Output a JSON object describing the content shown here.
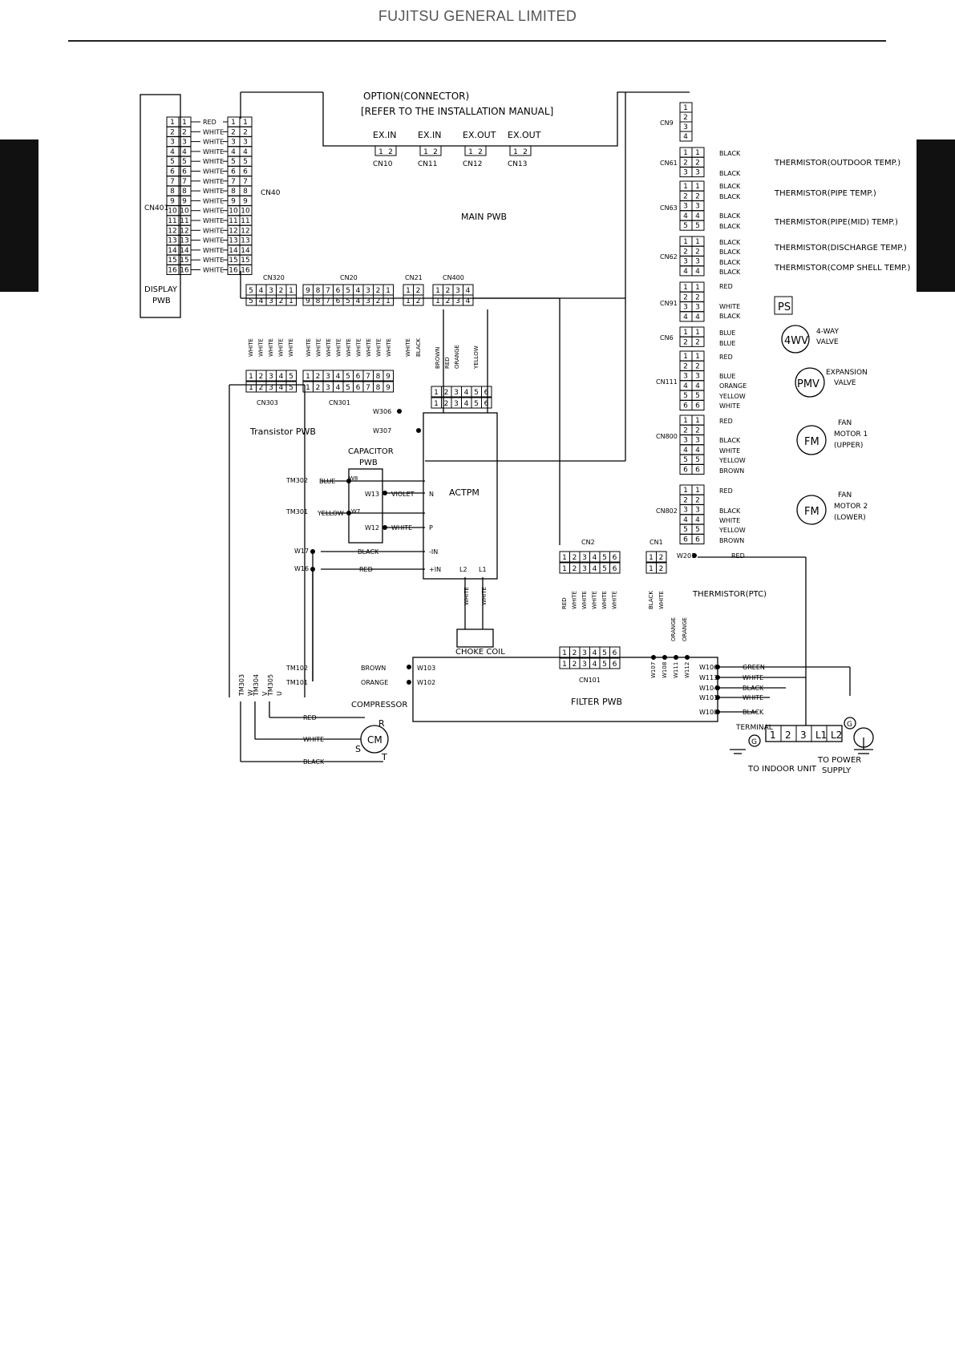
{
  "header": {
    "company": "FUJITSU GENERAL LIMITED"
  },
  "option": {
    "title": "OPTION(CONNECTOR)",
    "note": "[REFER TO THE INSTALLATION MANUAL]",
    "ports": [
      {
        "label": "EX.IN",
        "cn": "CN10"
      },
      {
        "label": "EX.IN",
        "cn": "CN11"
      },
      {
        "label": "EX.OUT",
        "cn": "CN12"
      },
      {
        "label": "EX.OUT",
        "cn": "CN13"
      }
    ]
  },
  "main_pwb": "MAIN PWB",
  "display": {
    "label1": "DISPLAY",
    "label2": "PWB",
    "left_cn": "CN401",
    "right_cn": "CN40",
    "wires": [
      "RED",
      "WHITE",
      "WHITE",
      "WHITE",
      "WHITE",
      "WHITE",
      "WHITE",
      "WHITE",
      "WHITE",
      "WHITE",
      "WHITE",
      "WHITE",
      "WHITE",
      "WHITE",
      "WHITE",
      "WHITE"
    ]
  },
  "right_connectors": {
    "cn9": "CN9",
    "cn61": {
      "cn": "CN61",
      "wires": [
        "BLACK",
        "BLACK"
      ],
      "label": "THERMISTOR(OUTDOOR TEMP.)"
    },
    "cn63": {
      "cn": "CN63",
      "wires": [
        "BLACK",
        "BLACK",
        "BLACK",
        "BLACK"
      ],
      "labels": [
        "THERMISTOR(PIPE TEMP.)",
        "THERMISTOR(PIPE(MID) TEMP.)"
      ]
    },
    "cn62": {
      "cn": "CN62",
      "wires": [
        "BLACK",
        "BLACK",
        "BLACK",
        "BLACK"
      ],
      "labels": [
        "THERMISTOR(DISCHARGE TEMP.)",
        "THERMISTOR(COMP SHELL TEMP.)"
      ]
    },
    "cn91": {
      "cn": "CN91",
      "wires": [
        "RED",
        "WHITE",
        "BLACK"
      ],
      "device": "PS"
    },
    "cn6": {
      "cn": "CN6",
      "wires": [
        "BLUE",
        "BLUE"
      ],
      "device": "4WV",
      "label1": "4-WAY",
      "label2": "VALVE"
    },
    "cn111": {
      "cn": "CN111",
      "wires": [
        "RED",
        "BLUE",
        "ORANGE",
        "YELLOW",
        "WHITE"
      ],
      "device": "PMV",
      "label1": "EXPANSION",
      "label2": "VALVE"
    },
    "cn800": {
      "cn": "CN800",
      "wires": [
        "RED",
        "BLACK",
        "WHITE",
        "YELLOW",
        "BROWN"
      ],
      "device": "FM",
      "label1": "FAN",
      "label2": "MOTOR 1",
      "label3": "(UPPER)"
    },
    "cn802": {
      "cn": "CN802",
      "wires": [
        "RED",
        "BLACK",
        "WHITE",
        "YELLOW",
        "BROWN"
      ],
      "device": "FM",
      "label1": "FAN",
      "label2": "MOTOR 2",
      "label3": "(LOWER)"
    }
  },
  "mid_connectors": {
    "cn320": "CN320",
    "cn20": "CN20",
    "cn21": "CN21",
    "cn400": "CN400",
    "cn303": "CN303",
    "cn301": "CN301",
    "cn320_wires": [
      "WHITE",
      "WHITE",
      "WHITE",
      "WHITE",
      "WHITE"
    ],
    "cn20_wires": [
      "WHITE",
      "WHITE",
      "WHITE",
      "WHITE",
      "WHITE",
      "WHITE",
      "WHITE",
      "WHITE",
      "WHITE"
    ],
    "cn21_wires": [
      "WHITE",
      "BLACK"
    ],
    "cn400_wires": [
      "BROWN",
      "RED",
      "ORANGE",
      "YELLOW"
    ]
  },
  "transistor_pwb": "Transistor PWB",
  "capacitor": {
    "label1": "CAPACITOR",
    "label2": "PWB"
  },
  "actpm": {
    "label": "ACTPM",
    "terminals": [
      "N",
      "P",
      "-IN",
      "+IN",
      "L2",
      "L1"
    ],
    "cap_terms": {
      "w8": "W8",
      "w7": "W7",
      "w13": "W13",
      "w12": "W12"
    },
    "wires": {
      "blue": "BLUE",
      "yellow": "YELLOW",
      "violet": "VIOLET",
      "white": "WHITE",
      "black": "BLACK",
      "red": "RED"
    }
  },
  "terminals_left": {
    "w306": "W306",
    "w307": "W307",
    "tm302": "TM302",
    "tm301": "TM301",
    "w17": "W17",
    "w16": "W16",
    "tm102": "TM102",
    "tm101": "TM101",
    "tm303": "TM303",
    "tm304": "TM304",
    "tm305": "TM305",
    "w": "W",
    "v": "V",
    "u": "U"
  },
  "compressor": {
    "label": "COMPRESSOR",
    "device": "CM",
    "r": "R",
    "s": "S",
    "t": "T",
    "wires": [
      "RED",
      "WHITE",
      "BLACK"
    ]
  },
  "choke": {
    "label": "CHOKE COIL",
    "wires": [
      "WHITE",
      "WHITE"
    ]
  },
  "filter": {
    "label": "FILTER PWB",
    "cn2": "CN2",
    "cn1": "CN1",
    "cn101": "CN101",
    "cn2_wires": [
      "RED",
      "WHITE",
      "WHITE",
      "WHITE",
      "WHITE",
      "WHITE"
    ],
    "cn1_wires": [
      "BLACK",
      "WHITE"
    ],
    "ptc_wires": [
      "ORANGE",
      "ORANGE"
    ],
    "ptc": "THERMISTOR(PTC)",
    "w103": "W103",
    "w102": "W102",
    "w201": "W201",
    "red": "RED",
    "brown": "BROWN",
    "orange": "ORANGE",
    "bottom_terms": [
      "W107",
      "W108",
      "W111",
      "W112"
    ],
    "right_terms": [
      {
        "t": "W106",
        "w": "GREEN"
      },
      {
        "t": "W113",
        "w": "WHITE"
      },
      {
        "t": "W104",
        "w": "BLACK"
      },
      {
        "t": "W101",
        "w": "WHITE"
      },
      {
        "t": "W100",
        "w": "BLACK"
      }
    ]
  },
  "terminal": {
    "label": "TERMINAL",
    "cells": [
      "1",
      "2",
      "3",
      "L1",
      "L2"
    ],
    "ground": "G",
    "to_indoor": "TO INDOOR UNIT",
    "to_power1": "TO POWER",
    "to_power2": "SUPPLY"
  }
}
